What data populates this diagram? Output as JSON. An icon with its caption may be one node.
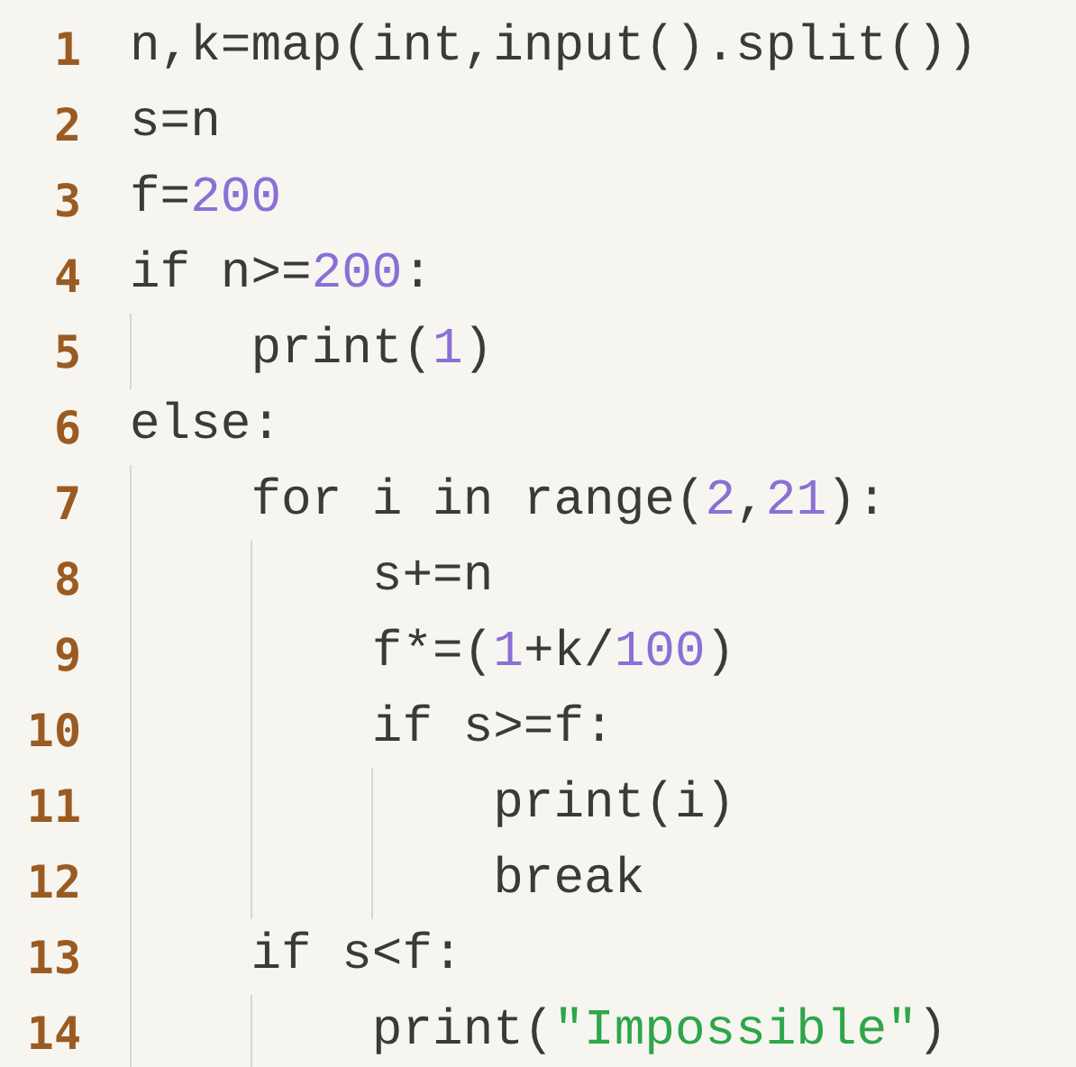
{
  "diagram": {
    "labels": [
      "1",
      "n,k=map(int,input().split())",
      "2",
      "s=n",
      "3",
      "f=200",
      "4",
      "if n>=200:",
      "5",
      "    print(1)",
      "6",
      "else:",
      "7",
      "    for i in range(2,21):",
      "8",
      "        s+=n",
      "9",
      "        f*=(1+k/100)",
      "10",
      "        if s>=f:",
      "11",
      "            print(i)",
      "12",
      "            break",
      "13",
      "    if s<f:",
      "14",
      "        print(\"Impossible\")"
    ]
  }
}
